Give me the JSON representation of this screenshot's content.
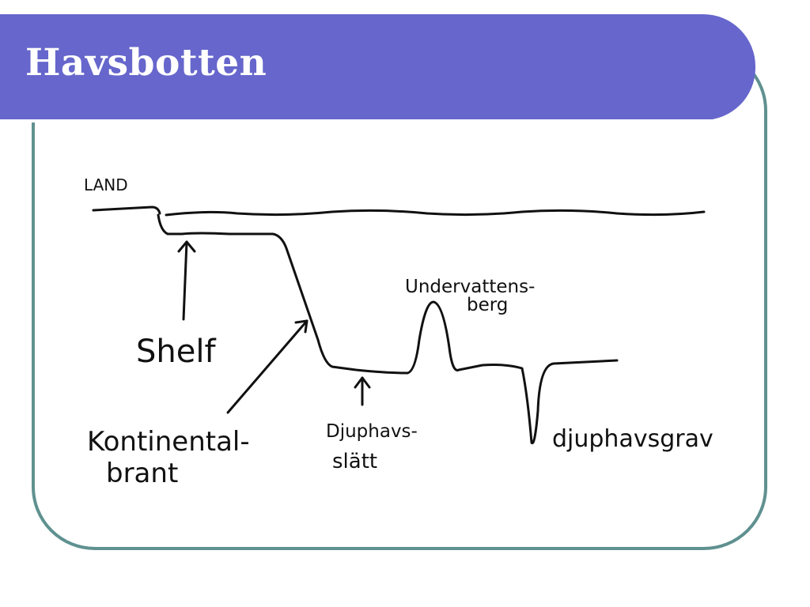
{
  "slide": {
    "title": "Havsbotten"
  },
  "diagram": {
    "labels": {
      "land": "LAND",
      "shelf": "Shelf",
      "kontinentalbrant_line1": "Kontinental-",
      "kontinentalbrant_line2": "brant",
      "djuphavsslatt_line1": "Djuphavs-",
      "djuphavsslatt_line2": "slätt",
      "undervattensberg_line1": "Undervattens-",
      "undervattensberg_line2": "berg",
      "djuphavsgrav": "djuphavsgrav"
    }
  },
  "colors": {
    "title_bar": "#6666cc",
    "frame_border": "#5f9190",
    "ink": "#111111"
  }
}
